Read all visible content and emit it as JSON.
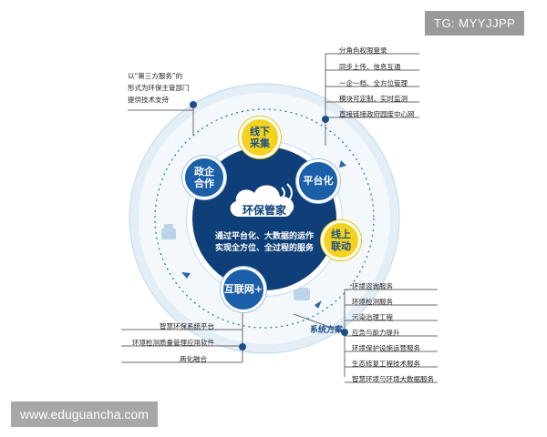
{
  "watermarks": {
    "tag": "TG: MYYJJPP",
    "website": "www.eduguancha.com"
  },
  "center": {
    "title": "环保管家",
    "line1": "通过平台化、大数据的运作",
    "line2": "实现全方位、全过程的服务"
  },
  "nodes": {
    "offline": "线下\n采集",
    "platform": "平台化",
    "online": "线上\n联动",
    "internet": "互联网+",
    "gov": "政企\n合作"
  },
  "callouts": {
    "top_left": [
      "以“第三方服务”的",
      "形式为环保主管部门",
      "提供技术支持"
    ],
    "top_right": [
      "分角色权限登录",
      "同步上传、信息互通",
      "一企一档、全方位管理",
      "模块可定制、实时监测",
      "直接链接政府园废中心网"
    ],
    "bottom_left": [
      "智慧环保系统平台",
      "环境检测质量管理应用软件",
      "两化融合"
    ],
    "system_label": "系统方案",
    "bottom_right": [
      "环境咨询服务",
      "环境检测服务",
      "污染治理工程",
      "应急与能力提升",
      "环境保护设施运营服务",
      "生态修复工程技术服务",
      "智慧环境与环境大数据服务"
    ]
  },
  "colors": {
    "dark_blue": "#1b4f8a",
    "mid_blue": "#1b5fa8",
    "ring": "#dbe8f4",
    "yellow": "#f4d21e"
  }
}
